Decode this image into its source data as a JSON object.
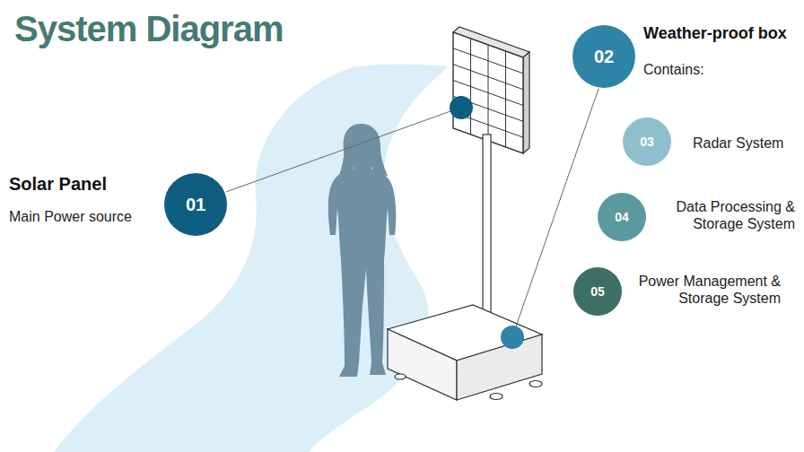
{
  "diagram": {
    "title": "System Diagram",
    "nodes": [
      {
        "text": [
          "01",
          "Solar Panel",
          "Main Power source"
        ]
      },
      {
        "text": [
          "02",
          "Weather-proof box",
          "Contains:"
        ]
      },
      {
        "text": [
          "03",
          "Radar System"
        ]
      },
      {
        "text": [
          "04",
          "Data Processing & Storage System"
        ]
      },
      {
        "text": [
          "05",
          "Power Management & Storage System"
        ]
      }
    ]
  }
}
